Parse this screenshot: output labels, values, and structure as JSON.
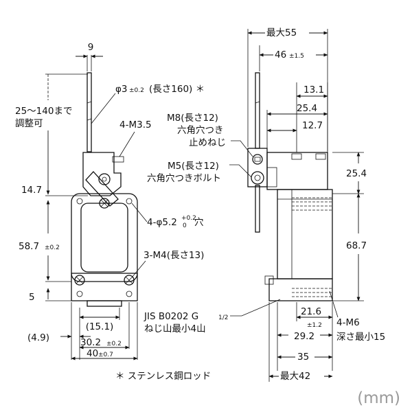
{
  "left_view": {
    "dim_9": "9",
    "rod_label": "φ3",
    "rod_tol": "±0.2",
    "rod_length": "(長さ160) ＊",
    "adjust_line1": "25～140まで",
    "adjust_line2": "調整可",
    "m35": "4-M3.5",
    "dim_14_7": "14.7",
    "hole_main": "4-φ5.2",
    "hole_tol_upper": "+0.2",
    "hole_tol_lower": "0",
    "hole_suffix": "穴",
    "dim_58_7": "58.7",
    "dim_58_7_tol": "±0.2",
    "m4_label": "3-M4(長さ13)",
    "dim_5": "5",
    "dim_15_1": "(15.1)",
    "dim_4_9": "(4.9)",
    "dim_30_2": "30.2",
    "dim_30_2_tol": "±0.2",
    "dim_40": "40",
    "dim_40_tol": "±0.7",
    "note": "＊ ステンレス鋼ロッド"
  },
  "right_view": {
    "max55": "最大55",
    "dim_46": "46",
    "dim_46_tol": "±1.5",
    "dim_13_1": "13.1",
    "dim_25_4_top": "25.4",
    "dim_12_7": "12.7",
    "m8_line1": "M8(長さ12)",
    "m8_line2": "六角穴つき",
    "m8_line3": "止めねじ",
    "m5_line1": "M5(長さ12)",
    "m5_line2": "六角穴つきボルト",
    "dim_25_4_side": "25.4",
    "dim_68_7": "68.7",
    "jis_line1": "JIS B0202 G",
    "jis_frac": "1/2",
    "jis_line2": "ねじ山最小4山",
    "dim_21_6": "21.6",
    "dim_21_6_tol": "±1.2",
    "dim_29_2": "29.2",
    "m6_line1": "4-M6",
    "m6_line2": "深さ最小15",
    "dim_35": "35",
    "max42": "最大42"
  },
  "unit_label": "(mm)"
}
